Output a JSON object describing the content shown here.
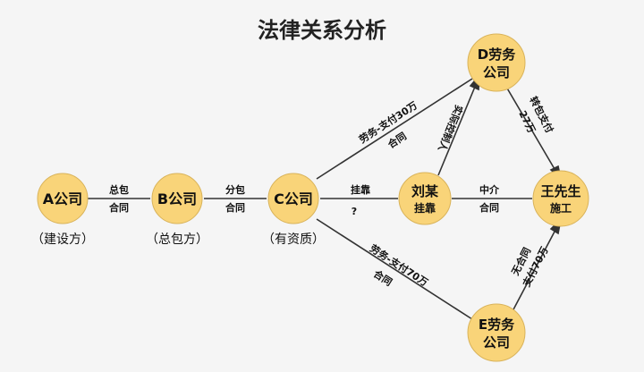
{
  "title": "法律关系分析",
  "colors": {
    "node_fill": "#f9d479",
    "edge": "#333333",
    "text": "#111111",
    "background": "#f5f5f5"
  },
  "nodes": {
    "a": {
      "line1": "A公司",
      "line2": "",
      "caption": "（建设方）"
    },
    "b": {
      "line1": "B公司",
      "line2": "",
      "caption": "（总包方）"
    },
    "c": {
      "line1": "C公司",
      "line2": "",
      "caption": "（有资质）"
    },
    "d": {
      "line1": "D劳务",
      "line2": "公司",
      "caption": ""
    },
    "liu": {
      "line1": "刘某",
      "line2": "挂靠",
      "caption": ""
    },
    "wang": {
      "line1": "王先生",
      "line2": "施工",
      "caption": ""
    },
    "e": {
      "line1": "E劳务",
      "line2": "公司",
      "caption": ""
    }
  },
  "edges": {
    "ab": {
      "line1": "总包",
      "line2": "合同"
    },
    "bc": {
      "line1": "分包",
      "line2": "合同"
    },
    "c_liu": {
      "line1": "挂靠",
      "line2": "?"
    },
    "liu_wang": {
      "line1": "中介",
      "line2": "合同"
    },
    "c_d": {
      "line1": "劳务-支付30万",
      "line2": "合同"
    },
    "c_e": {
      "line1": "劳务-支付70万",
      "line2": "合同"
    },
    "liu_d": {
      "line1": "实际控制人",
      "line2": ""
    },
    "d_wang": {
      "line1": "转包支付",
      "line2": "27万"
    },
    "e_wang": {
      "line1": "支付70万",
      "line2": "无合同"
    }
  }
}
